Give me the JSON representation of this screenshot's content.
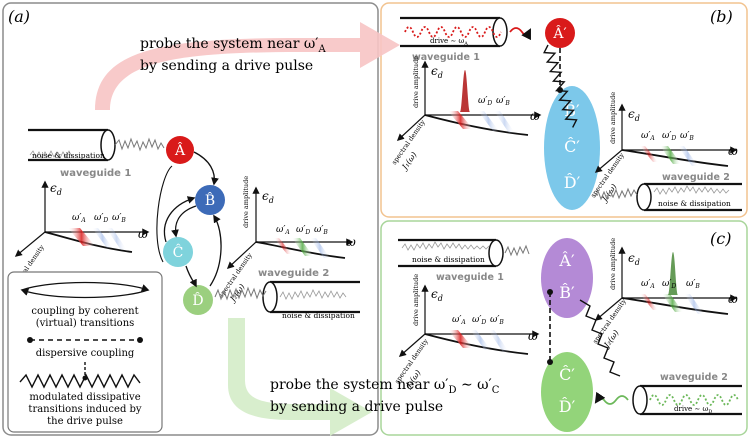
{
  "panels": {
    "a": {
      "label": "(a)"
    },
    "b": {
      "label": "(b)"
    },
    "c": {
      "label": "(c)"
    }
  },
  "probe_a": {
    "line1": "probe the system near ω′",
    "line1_sub": "A",
    "line2": "by sending a drive pulse"
  },
  "probe_c": {
    "line1": "probe the system near ω′",
    "line1_sub_d": "D",
    "line1_mid": " ∼ ω′",
    "line1_sub_c": "C",
    "line2": "by sending a drive pulse"
  },
  "waveguides": {
    "wg1": "waveguide 1",
    "wg2": "waveguide 2",
    "noise": "noise & dissipation",
    "drive_a": "drive ∼ ω",
    "drive_a_sub": "A",
    "drive_d": "drive ∼ ω",
    "drive_d_sub": "D"
  },
  "axes": {
    "eps": "ϵ",
    "eps_sub": "d",
    "drive_amp": "drive amplitude",
    "spectral": "spectral density",
    "j1": "J₁(ω)",
    "j2": "J₂(ω)",
    "omega": "ω",
    "wA": "ω′",
    "wA_sub": "A",
    "wD": "ω′",
    "wD_sub": "D",
    "wB": "ω′",
    "wB_sub": "B"
  },
  "nodes": {
    "A": "Â",
    "B": "B̂",
    "C": "Ĉ",
    "D": "D̂",
    "Ap": "Â′",
    "Bp": "B̂′",
    "Cp": "Ĉ′",
    "Dp": "D̂′"
  },
  "legend": {
    "coherent_1": "coupling by coherent",
    "coherent_2": "(virtual) transitions",
    "dispersive": "dispersive coupling",
    "mod_1": "modulated dissipative",
    "mod_2": "transitions induced by",
    "mod_3": "the drive pulse"
  },
  "colors": {
    "node_A": "#d91a1a",
    "node_B": "#3d6bb8",
    "node_C": "#7fd3dc",
    "node_D": "#9bcf7f",
    "ellipse_b": "#7cc8ea",
    "ellipse_c_top": "#b48ad6",
    "ellipse_c_bottom": "#93d47a",
    "frame_b": "#f2c38f",
    "frame_c": "#a8d59a",
    "arrow_pink": "#f7c4c4",
    "arrow_green": "#d4ecc8"
  }
}
